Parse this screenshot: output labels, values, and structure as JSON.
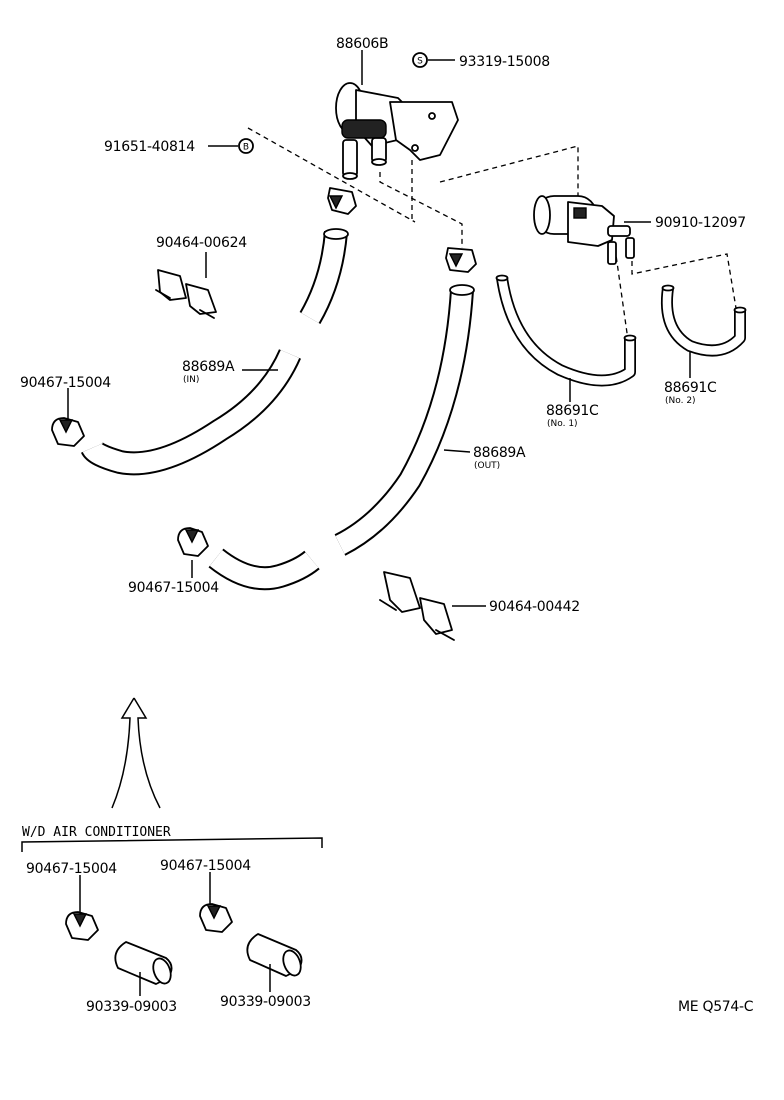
{
  "labels": {
    "p88606B": "88606B",
    "p93319": "93319-15008",
    "p93319_symbol": "S",
    "p91651": "91651-40814",
    "p91651_symbol": "B",
    "p90910": "90910-12097",
    "p90464_00624": "90464-00624",
    "p88689A_in": "88689A",
    "p88689A_in_sub": "(IN)",
    "p90467_left": "90467-15004",
    "p88691C_no1": "88691C",
    "p88691C_no1_sub": "(No. 1)",
    "p88691C_no2": "88691C",
    "p88691C_no2_sub": "(No. 2)",
    "p88689A_out": "88689A",
    "p88689A_out_sub": "(OUT)",
    "p90467_mid": "90467-15004",
    "p90464_00442": "90464-00442",
    "section_title": "W/D AIR CONDITIONER",
    "p90467_sec1": "90467-15004",
    "p90467_sec2": "90467-15004",
    "p90339_1": "90339-09003",
    "p90339_2": "90339-09003",
    "ref_code": "ME Q574-C"
  }
}
